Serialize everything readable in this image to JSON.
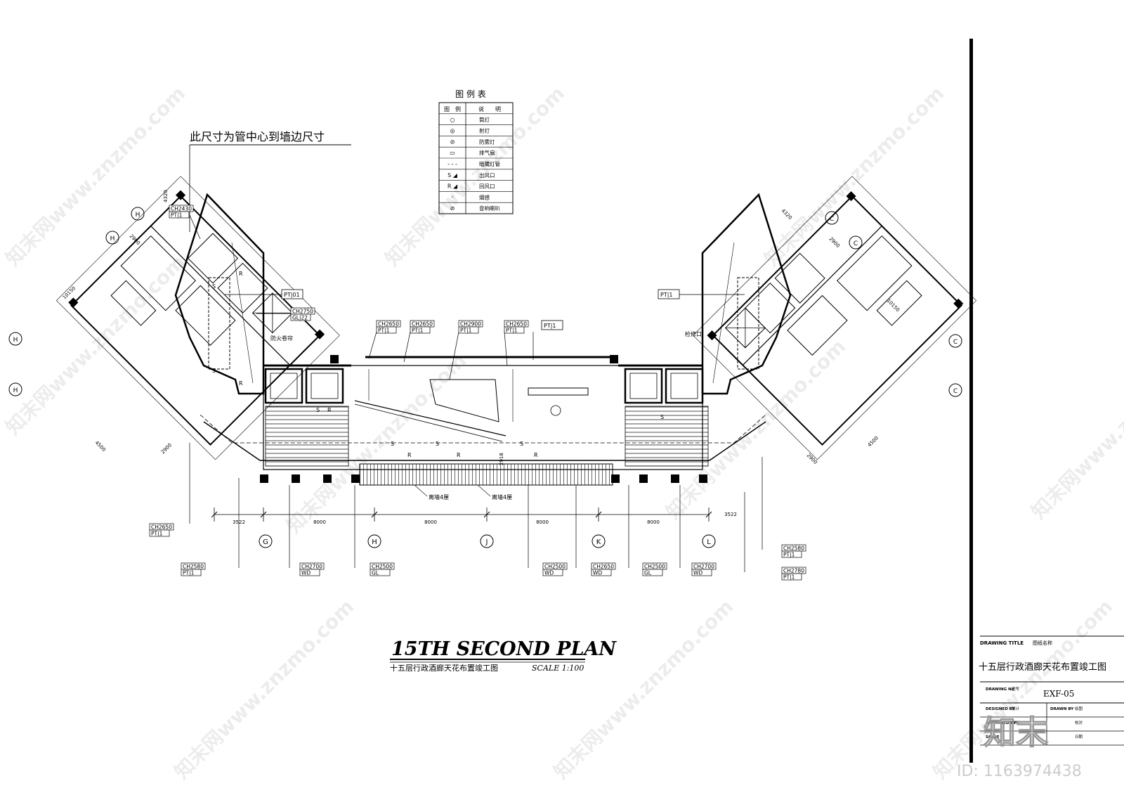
{
  "note": "此尺寸为管中心到墙边尺寸",
  "legend": {
    "title": "图 例 表",
    "col_symbol": "图　例",
    "col_desc": "说　　明",
    "rows": [
      {
        "icon": "downlight-icon",
        "label": "筒灯"
      },
      {
        "icon": "spotlight-icon",
        "label": "射灯"
      },
      {
        "icon": "fog-proof-light-icon",
        "label": "防雾灯"
      },
      {
        "icon": "exhaust-fan-icon",
        "label": "排气扇"
      },
      {
        "icon": "concealed-tube-icon",
        "label": "暗藏灯管"
      },
      {
        "icon": "supply-vent-icon",
        "label": "出风口"
      },
      {
        "icon": "return-vent-icon",
        "label": "回风口"
      },
      {
        "icon": "smoke-detector-icon",
        "label": "烟感"
      },
      {
        "icon": "speaker-icon",
        "label": "音响喇叭"
      }
    ]
  },
  "callouts": {
    "ch2430": {
      "h": "CH2430",
      "m": "PT|1"
    },
    "pt01": {
      "m": "PT|01"
    },
    "ch2750": {
      "h": "CH2750",
      "m": "GL|22"
    },
    "ch2650a": {
      "h": "CH2650",
      "m": "PT|1"
    },
    "ch2650b": {
      "h": "CH2650",
      "m": "PT|1"
    },
    "ch2900": {
      "h": "CH2900",
      "m": "PT|1"
    },
    "ch2650c": {
      "h": "CH2650",
      "m": "PT|1"
    },
    "pt1c": {
      "m": "PT|1"
    },
    "pt1r": {
      "m": "PT|1"
    },
    "ch2650l": {
      "h": "CH2650",
      "m": "PT|1"
    },
    "ch2580l": {
      "h": "CH2580",
      "m": "PT|1"
    },
    "ch2700a": {
      "h": "CH2700",
      "m": "WD"
    },
    "ch2500a": {
      "h": "CH2500",
      "m": "GL"
    },
    "ch2500b": {
      "h": "CH2500",
      "m": "WD"
    },
    "ch2650w": {
      "h": "CH2650",
      "m": "WD"
    },
    "ch2500c": {
      "h": "CH2500",
      "m": "GL"
    },
    "ch2700b": {
      "h": "CH2700",
      "m": "WD"
    },
    "ch2580r": {
      "h": "CH2580",
      "m": "PT|1"
    },
    "ch2780r": {
      "h": "CH2780",
      "m": "PT|1"
    }
  },
  "annotations": {
    "fire_shutter": "防火卷帘",
    "access_hatch": "检修口",
    "offset_1": "离墙4厘",
    "offset_2": "离墙4厘",
    "dim_2918": "2918"
  },
  "dimensions": {
    "bottom": [
      "3522",
      "8000",
      "8000",
      "8000",
      "8000",
      "3522"
    ],
    "left_wing": [
      "4320",
      "2900",
      "10150",
      "4500",
      "2900"
    ],
    "right_wing": [
      "4320",
      "2900",
      "10150",
      "4500",
      "2900"
    ]
  },
  "grid": {
    "bottom": [
      "G",
      "H",
      "J",
      "K",
      "L"
    ],
    "left": [
      "H",
      "H",
      "H",
      "H"
    ],
    "right": [
      "C",
      "C",
      "C",
      "C"
    ]
  },
  "plan_title": "15TH SECOND PLAN",
  "plan_subtitle": "十五层行政酒廊天花布置竣工图",
  "plan_scale": "SCALE 1:100",
  "title_block": {
    "drawing_title_label": "DRAWING TITLE",
    "drawing_title_cn": "图纸名称",
    "drawing_title_value": "十五层行政酒廊天花布置竣工图",
    "drawing_no_label": "DRAWING No",
    "drawing_no_cn": "图号",
    "drawing_no_value": "EXF-05",
    "designed_by": "DESIGNED BY",
    "designed_by_cn": "设计",
    "drawn_by": "DRAWN BY",
    "drawn_by_cn": "绘图",
    "approved_by": "APPROVED BY",
    "approved_by_cn": "审核",
    "checked_by_cn": "校对",
    "scale_label": "SCALE",
    "date_cn": "日期"
  },
  "watermark": {
    "site": "知末网www.znzmo.com",
    "logo": "知末",
    "id": "ID: 1163974438"
  }
}
